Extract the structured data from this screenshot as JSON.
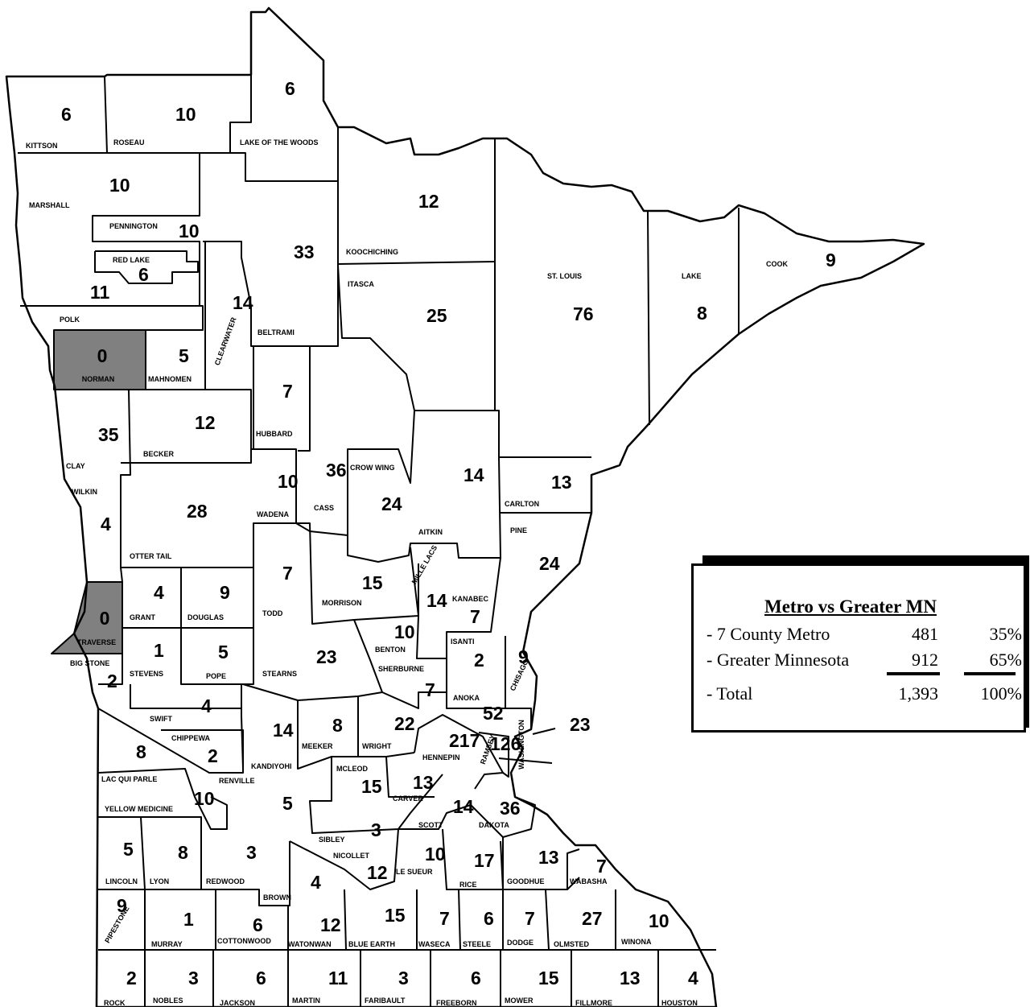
{
  "legend": {
    "title": "Metro vs Greater MN",
    "rows": [
      {
        "label": "- 7 County Metro",
        "count": "481",
        "percent": "35%"
      },
      {
        "label": "- Greater Minnesota",
        "count": "912",
        "percent": "65%"
      },
      {
        "label": "- Total",
        "count": "1,393",
        "percent": "100%"
      }
    ]
  },
  "colors": {
    "zero": "#808080",
    "border": "#000000",
    "fill": "#ffffff"
  },
  "counties": [
    {
      "name": "KITTSON",
      "value": "6"
    },
    {
      "name": "ROSEAU",
      "value": "10"
    },
    {
      "name": "LAKE OF THE WOODS",
      "value": "6"
    },
    {
      "name": "MARSHALL",
      "value": "10"
    },
    {
      "name": "PENNINGTON",
      "value": "10"
    },
    {
      "name": "RED LAKE",
      "value": "6"
    },
    {
      "name": "POLK",
      "value": "11"
    },
    {
      "name": "NORMAN",
      "value": "0"
    },
    {
      "name": "MAHNOMEN",
      "value": "5"
    },
    {
      "name": "CLEARWATER",
      "value": "14"
    },
    {
      "name": "BELTRAMI",
      "value": "33"
    },
    {
      "name": "KOOCHICHING",
      "value": "12"
    },
    {
      "name": "ITASCA",
      "value": "25"
    },
    {
      "name": "ST. LOUIS",
      "value": "76"
    },
    {
      "name": "LAKE",
      "value": "8"
    },
    {
      "name": "COOK",
      "value": "9"
    },
    {
      "name": "CLAY",
      "value": "35"
    },
    {
      "name": "BECKER",
      "value": "12"
    },
    {
      "name": "HUBBARD",
      "value": "7"
    },
    {
      "name": "WADENA",
      "value": "10"
    },
    {
      "name": "CASS",
      "value": "36"
    },
    {
      "name": "CROW WING",
      "value": "24"
    },
    {
      "name": "AITKIN",
      "value": "14"
    },
    {
      "name": "CARLTON",
      "value": "13"
    },
    {
      "name": "PINE",
      "value": "24"
    },
    {
      "name": "WILKIN",
      "value": "4"
    },
    {
      "name": "OTTER TAIL",
      "value": "28"
    },
    {
      "name": "TODD",
      "value": "7"
    },
    {
      "name": "MORRISON",
      "value": "15"
    },
    {
      "name": "MILLE LACS",
      "value": "14"
    },
    {
      "name": "KANABEC",
      "value": "7"
    },
    {
      "name": "TRAVERSE",
      "value": "0"
    },
    {
      "name": "GRANT",
      "value": "4"
    },
    {
      "name": "DOUGLAS",
      "value": "9"
    },
    {
      "name": "BENTON",
      "value": "10"
    },
    {
      "name": "BIG STONE",
      "value": "2"
    },
    {
      "name": "STEVENS",
      "value": "1"
    },
    {
      "name": "POPE",
      "value": "5"
    },
    {
      "name": "STEARNS",
      "value": "23"
    },
    {
      "name": "SHERBURNE",
      "value": "7"
    },
    {
      "name": "ISANTI",
      "value": "2"
    },
    {
      "name": "CHISAGO",
      "value": "9"
    },
    {
      "name": "SWIFT",
      "value": "4"
    },
    {
      "name": "ANOKA",
      "value": "52"
    },
    {
      "name": "CHIPPEWA",
      "value": "2"
    },
    {
      "name": "KANDIYOHI",
      "value": "14"
    },
    {
      "name": "MEEKER",
      "value": "8"
    },
    {
      "name": "WRIGHT",
      "value": "22"
    },
    {
      "name": "HENNEPIN",
      "value": "217"
    },
    {
      "name": "RAMSEY",
      "value": "126"
    },
    {
      "name": "WASHINGTON",
      "value": "23"
    },
    {
      "name": "LAC QUI PARLE",
      "value": "8"
    },
    {
      "name": "MCLEOD",
      "value": "15"
    },
    {
      "name": "CARVER",
      "value": "13"
    },
    {
      "name": "YELLOW MEDICINE",
      "value": "10"
    },
    {
      "name": "RENVILLE",
      "value": "5"
    },
    {
      "name": "SCOTT",
      "value": "14"
    },
    {
      "name": "DAKOTA",
      "value": "36"
    },
    {
      "name": "SIBLEY",
      "value": "3"
    },
    {
      "name": "LINCOLN",
      "value": "5"
    },
    {
      "name": "LYON",
      "value": "8"
    },
    {
      "name": "REDWOOD",
      "value": "3"
    },
    {
      "name": "NICOLLET",
      "value": "12"
    },
    {
      "name": "LE SUEUR",
      "value": "10"
    },
    {
      "name": "RICE",
      "value": "17"
    },
    {
      "name": "GOODHUE",
      "value": "13"
    },
    {
      "name": "WABASHA",
      "value": "7"
    },
    {
      "name": "BROWN",
      "value": "4"
    },
    {
      "name": "PIPESTONE",
      "value": "9"
    },
    {
      "name": "MURRAY",
      "value": "1"
    },
    {
      "name": "COTTONWOOD",
      "value": "6"
    },
    {
      "name": "WATONWAN",
      "value": "12"
    },
    {
      "name": "BLUE EARTH",
      "value": "15"
    },
    {
      "name": "WASECA",
      "value": "7"
    },
    {
      "name": "STEELE",
      "value": "6"
    },
    {
      "name": "DODGE",
      "value": "7"
    },
    {
      "name": "OLMSTED",
      "value": "27"
    },
    {
      "name": "WINONA",
      "value": "10"
    },
    {
      "name": "ROCK",
      "value": "2"
    },
    {
      "name": "NOBLES",
      "value": "3"
    },
    {
      "name": "JACKSON",
      "value": "6"
    },
    {
      "name": "MARTIN",
      "value": "11"
    },
    {
      "name": "FARIBAULT",
      "value": "3"
    },
    {
      "name": "FREEBORN",
      "value": "6"
    },
    {
      "name": "MOWER",
      "value": "15"
    },
    {
      "name": "FILLMORE",
      "value": "13"
    },
    {
      "name": "HOUSTON",
      "value": "4"
    }
  ]
}
